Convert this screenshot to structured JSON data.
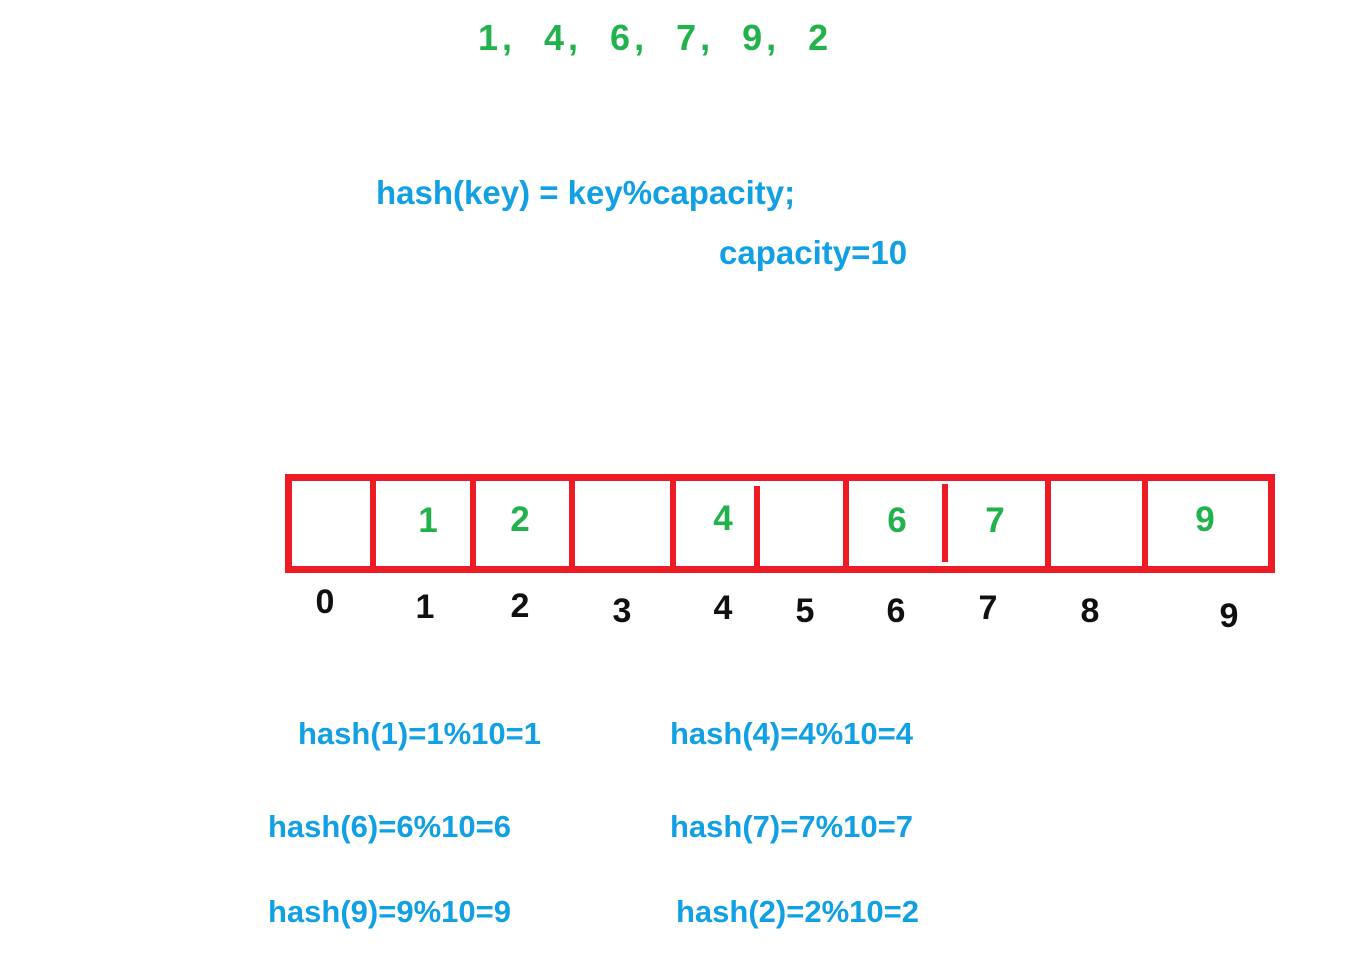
{
  "colors": {
    "green": "#22b24c",
    "blue": "#12a0e4",
    "red": "#ed1c24",
    "black": "#101010",
    "background": "#ffffff"
  },
  "keys": {
    "sequence_text": "1,  4,  6,  7,  9,  2",
    "values": [
      1,
      4,
      6,
      7,
      9,
      2
    ]
  },
  "formula": {
    "hash_function": "hash(key) = key%capacity;",
    "capacity_line": "capacity=10",
    "capacity_value": 10
  },
  "table": {
    "slot_count": 10,
    "index_labels": [
      "0",
      "1",
      "2",
      "3",
      "4",
      "5",
      "6",
      "7",
      "8",
      "9"
    ],
    "slots": [
      {
        "index": "0",
        "value": ""
      },
      {
        "index": "1",
        "value": "1"
      },
      {
        "index": "2",
        "value": "2"
      },
      {
        "index": "3",
        "value": ""
      },
      {
        "index": "4",
        "value": "4"
      },
      {
        "index": "5",
        "value": ""
      },
      {
        "index": "6",
        "value": "6"
      },
      {
        "index": "7",
        "value": "7"
      },
      {
        "index": "8",
        "value": ""
      },
      {
        "index": "9",
        "value": "9"
      }
    ]
  },
  "computations": {
    "left_column": [
      "hash(1)=1%10=1",
      "hash(6)=6%10=6",
      "hash(9)=9%10=9"
    ],
    "right_column": [
      "hash(4)=4%10=4",
      "hash(7)=7%10=7",
      "hash(2)=2%10=2"
    ]
  }
}
